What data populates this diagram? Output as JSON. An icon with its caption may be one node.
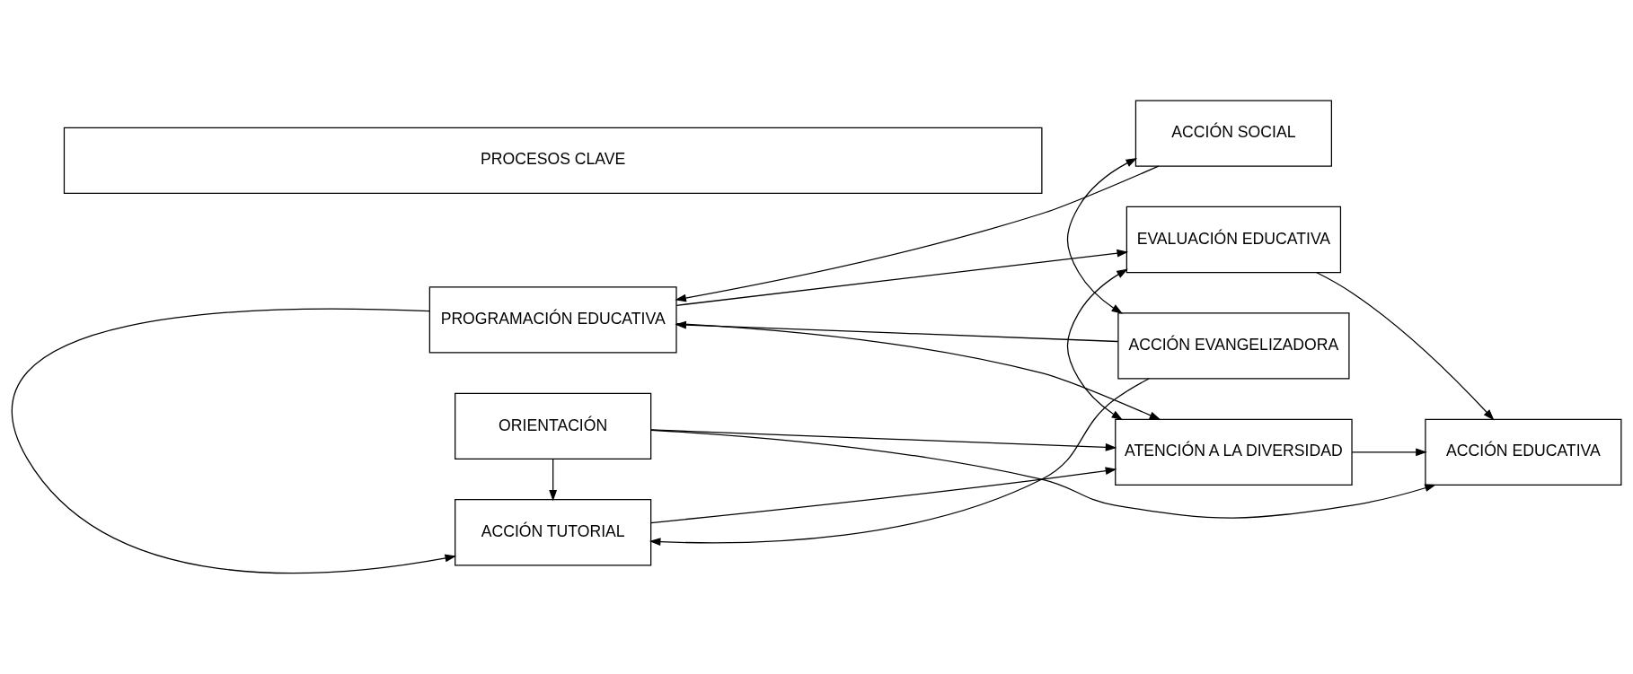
{
  "diagram": {
    "nodes": [
      {
        "text": [
          "PROCESOS CLAVE"
        ]
      },
      {
        "text": [
          "ACCIÓN SOCIAL"
        ]
      },
      {
        "text": [
          "ACCIÓN EVANGELIZADORA"
        ]
      },
      {
        "text": [
          "PROGRAMACIÓN EDUCATIVA"
        ]
      },
      {
        "text": [
          "EVALUACIÓN EDUCATIVA"
        ]
      },
      {
        "text": [
          "ACCIÓN EDUCATIVA"
        ]
      },
      {
        "text": [
          "ATENCIÓN A LA DIVERSIDAD"
        ]
      },
      {
        "text": [
          "ACCIÓN TUTORIAL"
        ]
      },
      {
        "text": [
          "ORIENTACIÓN"
        ]
      }
    ],
    "edges": [
      {
        "from": 1,
        "to": 3,
        "arrow": "to"
      },
      {
        "from": 1,
        "to": 2,
        "arrow": "both"
      },
      {
        "from": 2,
        "to": 3,
        "arrow": "to"
      },
      {
        "from": 3,
        "to": 4,
        "arrow": "to"
      },
      {
        "from": 3,
        "to": 6,
        "arrow": "to"
      },
      {
        "from": 4,
        "to": 6,
        "arrow": "both"
      },
      {
        "from": 4,
        "to": 5,
        "arrow": "to"
      },
      {
        "from": 6,
        "to": 5,
        "arrow": "to"
      },
      {
        "from": 3,
        "to": 7,
        "arrow": "to"
      },
      {
        "from": 2,
        "to": 7,
        "arrow": "to"
      },
      {
        "from": 7,
        "to": 6,
        "arrow": "to"
      },
      {
        "from": 8,
        "to": 7,
        "arrow": "to"
      },
      {
        "from": 8,
        "to": 6,
        "arrow": "to"
      },
      {
        "from": 8,
        "to": 5,
        "arrow": "to"
      }
    ]
  }
}
